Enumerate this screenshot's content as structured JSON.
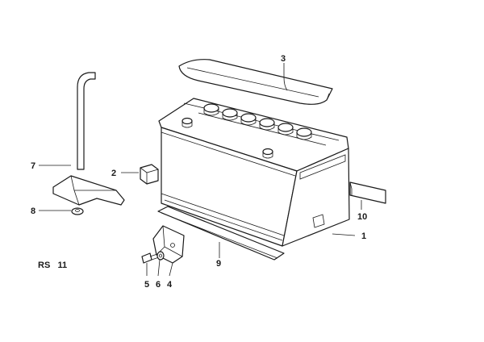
{
  "callouts": {
    "c1": "1",
    "c2": "2",
    "c3": "3",
    "c4": "4",
    "c5": "5",
    "c6": "6",
    "c7": "7",
    "c8": "8",
    "c9": "9",
    "c10": "10"
  },
  "ref_code": "RS   11"
}
